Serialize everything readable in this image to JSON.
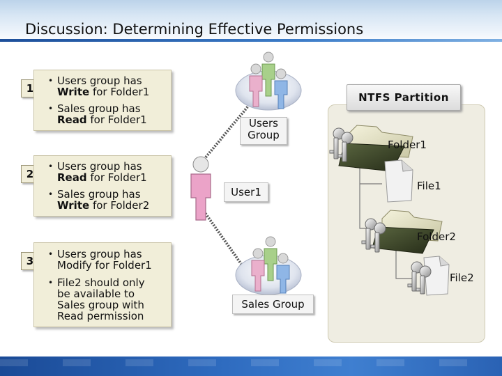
{
  "title": "Discussion: Determining Effective Permissions",
  "scenarios": [
    {
      "number": "1",
      "bullets": [
        {
          "line1": "Users group has",
          "bold": "Write",
          "rest": " for Folder1"
        },
        {
          "line1": "Sales group has",
          "bold": "Read",
          "rest": " for Folder1"
        }
      ]
    },
    {
      "number": "2",
      "bullets": [
        {
          "line1": "Users group has",
          "bold": "Read",
          "rest": " for Folder1"
        },
        {
          "line1": "Sales group has",
          "bold": "Write",
          "rest": " for Folder2"
        }
      ]
    },
    {
      "number": "3",
      "bullets": [
        {
          "line1": "Users group has",
          "line2": "Modify for Folder1"
        },
        {
          "line1": "File2 should only",
          "line2": "be available to",
          "line3": "Sales group with",
          "line4": "Read permission"
        }
      ]
    }
  ],
  "entities": {
    "users_group": {
      "line1": "Users",
      "line2": "Group"
    },
    "user1": "User1",
    "sales_group": "Sales Group"
  },
  "partition": {
    "title": "NTFS Partition",
    "folder1": "Folder1",
    "file1": "File1",
    "folder2": "Folder2",
    "file2": "File2"
  },
  "icons": [
    "users-group-icon",
    "user-icon",
    "sales-group-icon",
    "folder-icon",
    "file-icon",
    "key-icon"
  ],
  "colors": {
    "title_line": "#1d4f9a",
    "note_fill": "#f1eed9",
    "partition_fill": "#efede2",
    "folder_dark": "#3f4a2a",
    "user_pink": "#e9a0c8"
  }
}
